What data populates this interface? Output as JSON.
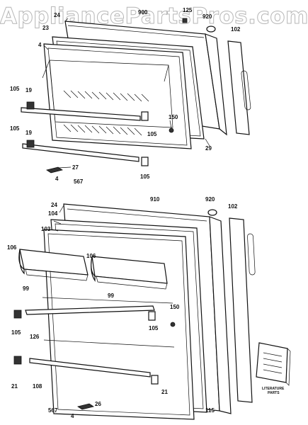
{
  "watermark": "AppliancePartsPros.com",
  "freezer_labels": {
    "l24": "24",
    "l900": "900",
    "l125": "125",
    "l920": "920",
    "l102": "102",
    "l23": "23",
    "l4": "4",
    "l105a": "105",
    "l19a": "19",
    "l150": "150",
    "l105b": "105",
    "l29": "29",
    "l105c": "105",
    "l19b": "19",
    "l105d": "105",
    "l27": "27",
    "l4b": "4",
    "l567": "567"
  },
  "fresh_labels": {
    "l910": "910",
    "l920": "920",
    "l24": "24",
    "l102": "102",
    "l104": "104",
    "l103": "103",
    "l106a": "106",
    "l106b": "106",
    "l99a": "99",
    "l99b": "99",
    "l105a": "105",
    "l126": "126",
    "l150": "150",
    "l105b": "105",
    "l21a": "21",
    "l108": "108",
    "l21b": "21",
    "l115": "115",
    "l26": "26",
    "l567": "567",
    "l4": "4"
  },
  "literature": {
    "line1": "LITERATURE",
    "line2": "PARTS"
  }
}
